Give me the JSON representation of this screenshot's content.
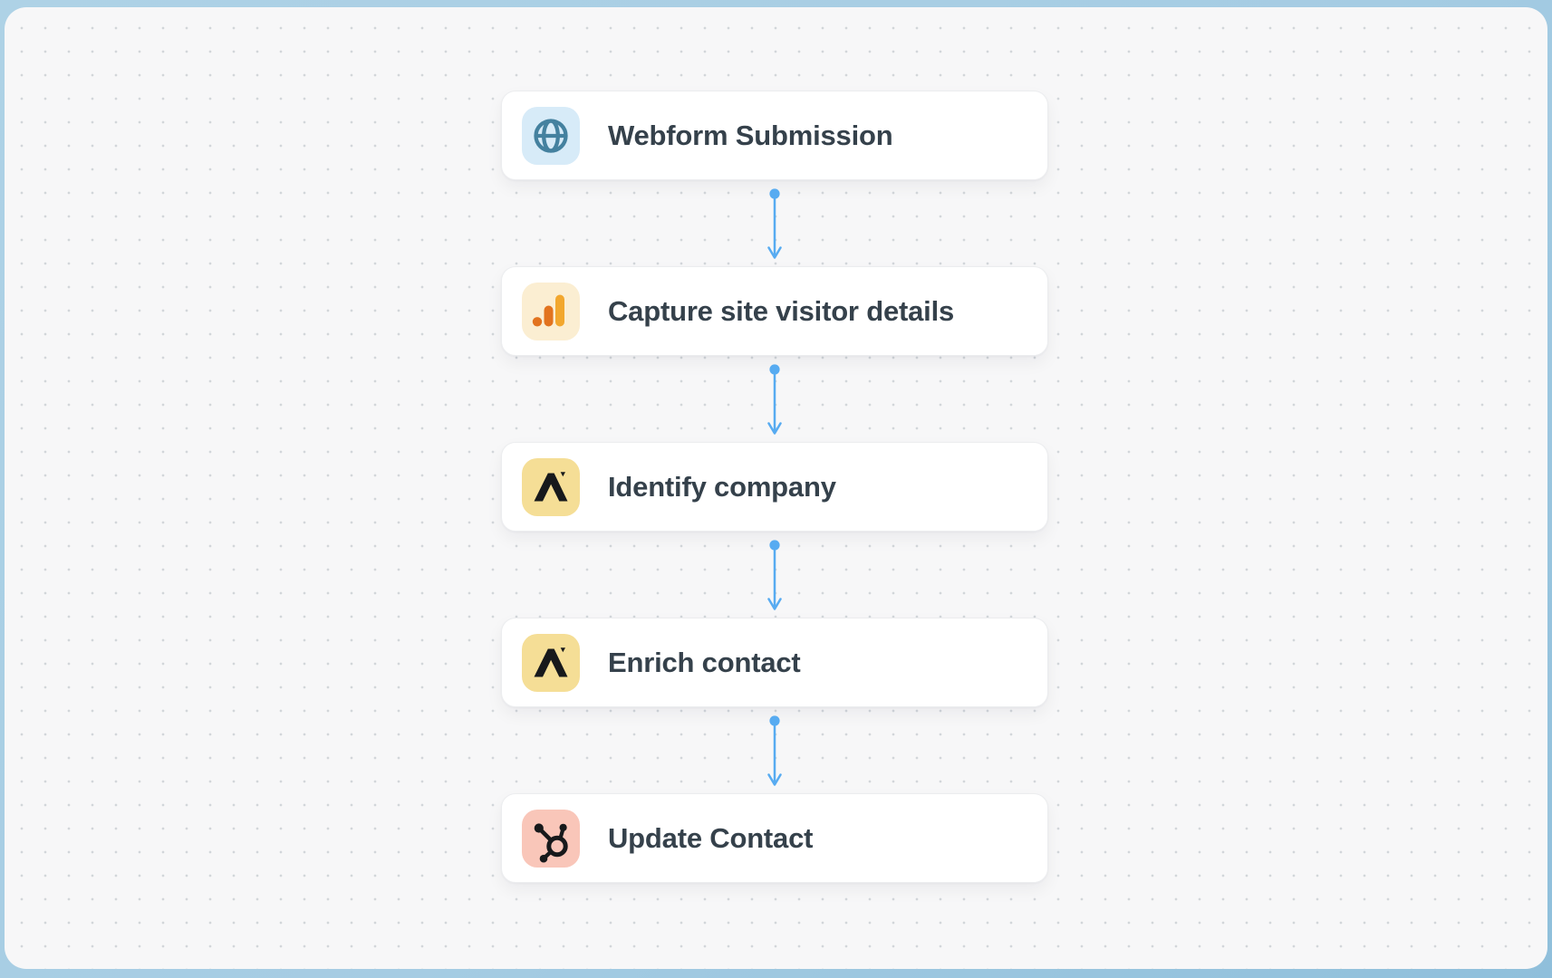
{
  "canvas": {
    "type": "workflow-editor-canvas",
    "frame_color": "#A5CCE3",
    "background_color": "#F7F7F8",
    "dot_grid_color": "#D2D6DA"
  },
  "flow": {
    "connector_color": "#57ABF1",
    "nodes": [
      {
        "label": "Webform Submission",
        "icon": "globe-icon",
        "tile_color": "#D7EBF8",
        "icon_color": "#44819F"
      },
      {
        "label": "Capture site visitor details",
        "icon": "analytics-bars-icon",
        "tile_color": "#FBEED2",
        "icon_colors": {
          "tall_bar": "#F2A72E",
          "mid_bar": "#E2731F",
          "dot": "#E2731F"
        }
      },
      {
        "label": "Identify company",
        "icon": "apollo-logo-icon",
        "tile_color": "#F5DE96",
        "icon_color": "#17191B"
      },
      {
        "label": "Enrich contact",
        "icon": "apollo-logo-icon",
        "tile_color": "#F5DE96",
        "icon_color": "#17191B"
      },
      {
        "label": "Update Contact",
        "icon": "hubspot-sprocket-icon",
        "tile_color": "#F9C6B9",
        "icon_color": "#17191B"
      }
    ]
  }
}
